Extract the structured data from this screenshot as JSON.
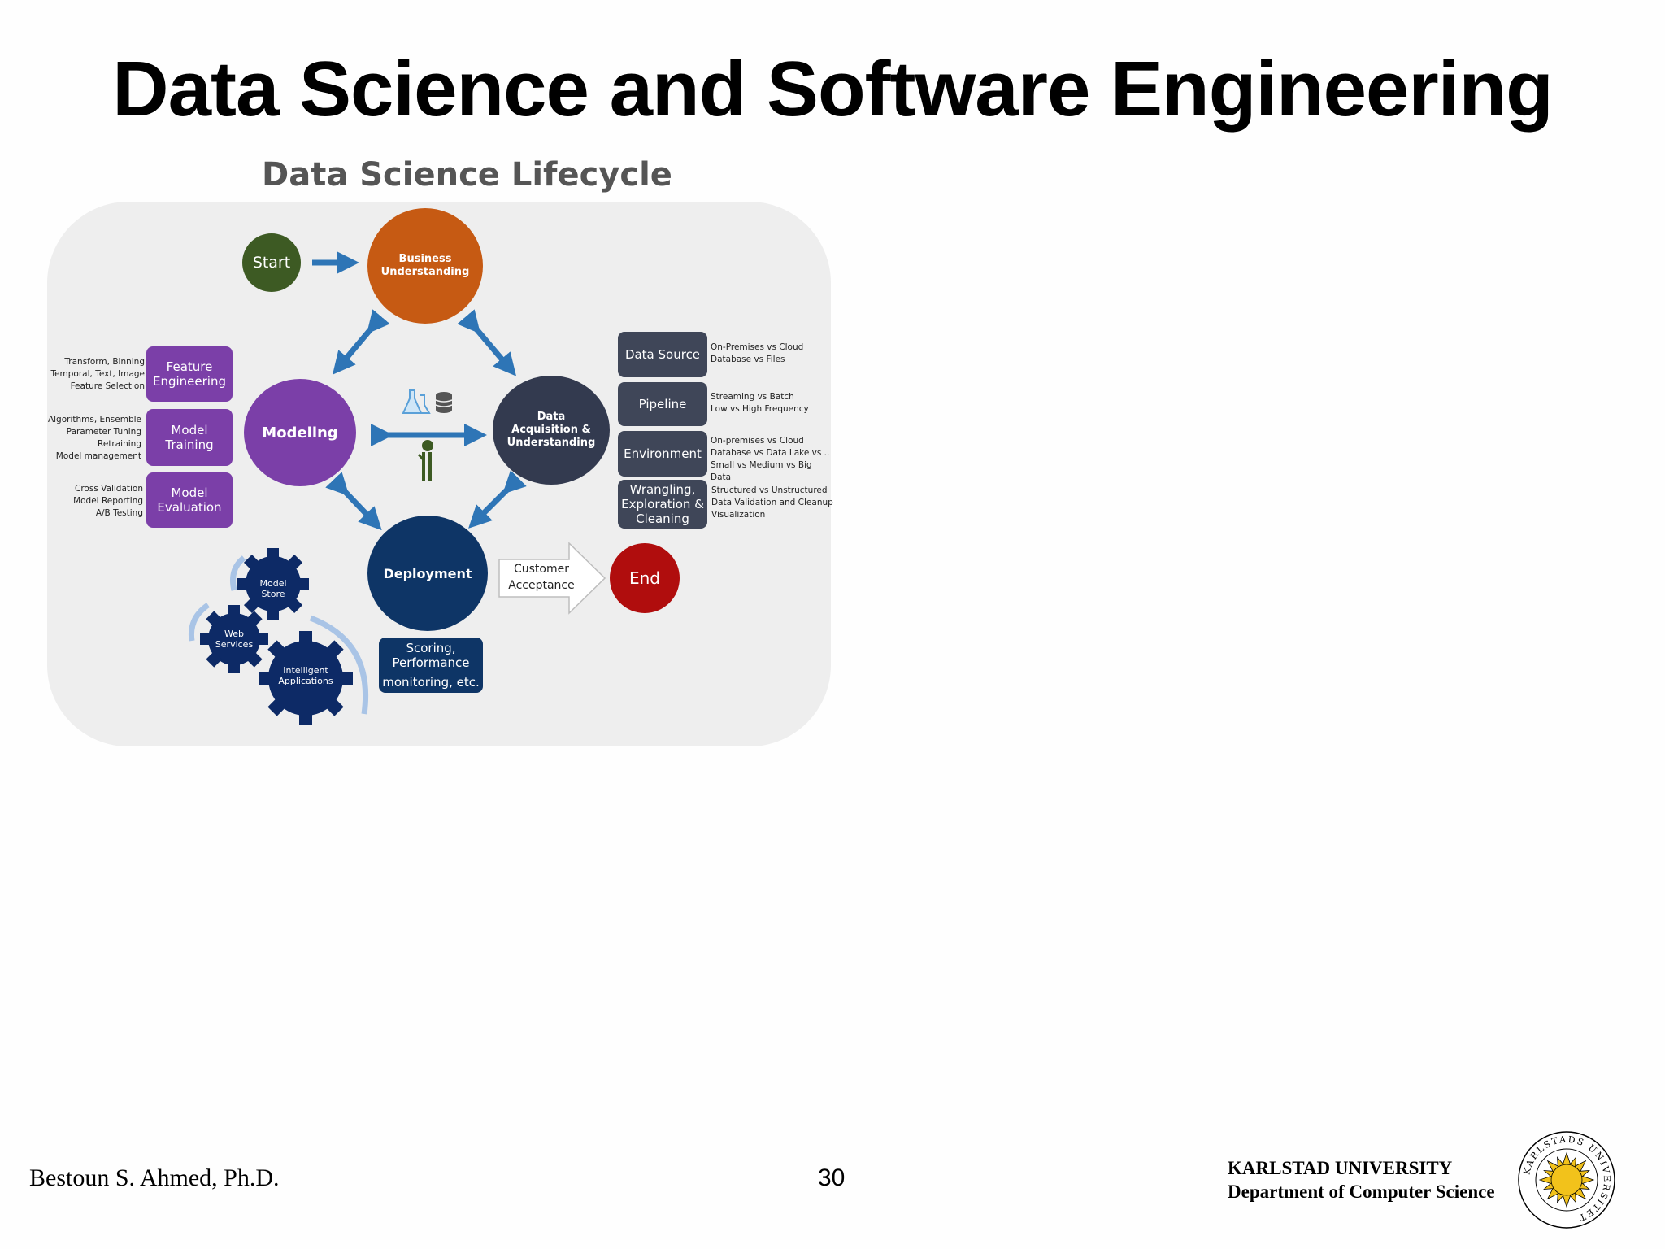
{
  "slide": {
    "title": "Data Science and Software Engineering",
    "diagram_title": "Data Science Lifecycle"
  },
  "diagram": {
    "start": "Start",
    "business_understanding": [
      "Business",
      "Understanding"
    ],
    "data_acquisition": [
      "Data",
      "Acquisition &",
      "Understanding"
    ],
    "modeling": "Modeling",
    "deployment": "Deployment",
    "end": "End",
    "customer_acceptance": [
      "Customer",
      "Acceptance"
    ],
    "scoring": [
      "Scoring,",
      "Performance",
      "monitoring, etc."
    ],
    "modeling_steps": [
      {
        "label": [
          "Feature",
          "Engineering"
        ],
        "notes": [
          "Transform, Binning",
          "Temporal, Text, Image",
          "Feature Selection"
        ]
      },
      {
        "label": [
          "Model",
          "Training"
        ],
        "notes": [
          "Algorithms, Ensemble",
          "Parameter Tuning",
          "Retraining",
          "Model management"
        ]
      },
      {
        "label": [
          "Model",
          "Evaluation"
        ],
        "notes": [
          "Cross Validation",
          "Model Reporting",
          "A/B Testing"
        ]
      }
    ],
    "data_steps": [
      {
        "label": [
          "Data Source"
        ],
        "notes": [
          "On-Premises vs Cloud",
          "Database vs Files"
        ]
      },
      {
        "label": [
          "Pipeline"
        ],
        "notes": [
          "Streaming vs Batch",
          "Low vs High Frequency"
        ]
      },
      {
        "label": [
          "Environment"
        ],
        "notes": [
          "On-premises vs Cloud",
          "Database vs Data Lake  vs ..",
          "Small vs Medium vs Big Data"
        ]
      },
      {
        "label": [
          "Wrangling,",
          "Exploration &",
          "Cleaning"
        ],
        "notes": [
          "Structured vs Unstructured",
          "Data Validation and Cleanup",
          "Visualization"
        ]
      }
    ],
    "gears": [
      [
        "Model",
        "Store"
      ],
      [
        "Web",
        "Services"
      ],
      [
        "Intelligent",
        "Applications"
      ]
    ],
    "colors": {
      "start": "#3d5a23",
      "business": "#c65a13",
      "data": "#333a4f",
      "modeling": "#7b3fa8",
      "deployment": "#0e3566",
      "end": "#b00d0d",
      "arrow": "#2e75b6"
    }
  },
  "footer": {
    "author": "Bestoun S. Ahmed, Ph.D.",
    "page": "30",
    "university": "KARLSTAD UNIVERSITY",
    "department": "Department of Computer Science",
    "seal_text": "KARLSTADS UNIVERSITET"
  }
}
